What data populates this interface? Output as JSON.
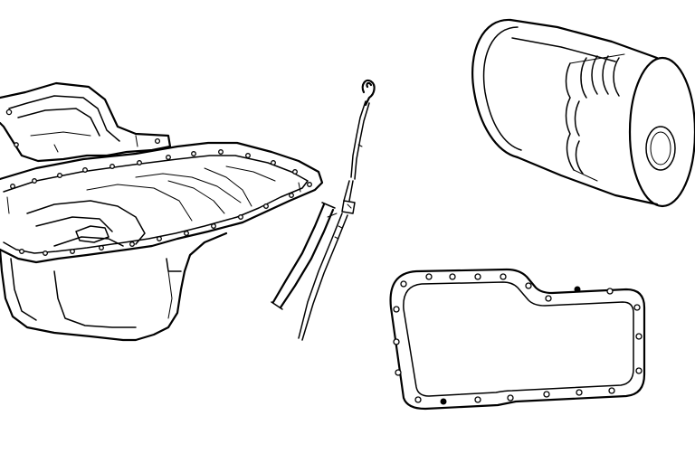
{
  "diagram": {
    "background_color": "#ffffff",
    "line_color": "#000000",
    "parts": [
      {
        "id": "oil-pan",
        "icon": "oil-pan-icon"
      },
      {
        "id": "baffle-plate",
        "icon": "baffle-plate-icon"
      },
      {
        "id": "dipstick",
        "icon": "dipstick-icon"
      },
      {
        "id": "dipstick-guide-tube",
        "icon": "tube-icon"
      },
      {
        "id": "oil-filter",
        "icon": "oil-filter-icon"
      },
      {
        "id": "oil-pan-gasket",
        "icon": "gasket-icon"
      }
    ]
  }
}
